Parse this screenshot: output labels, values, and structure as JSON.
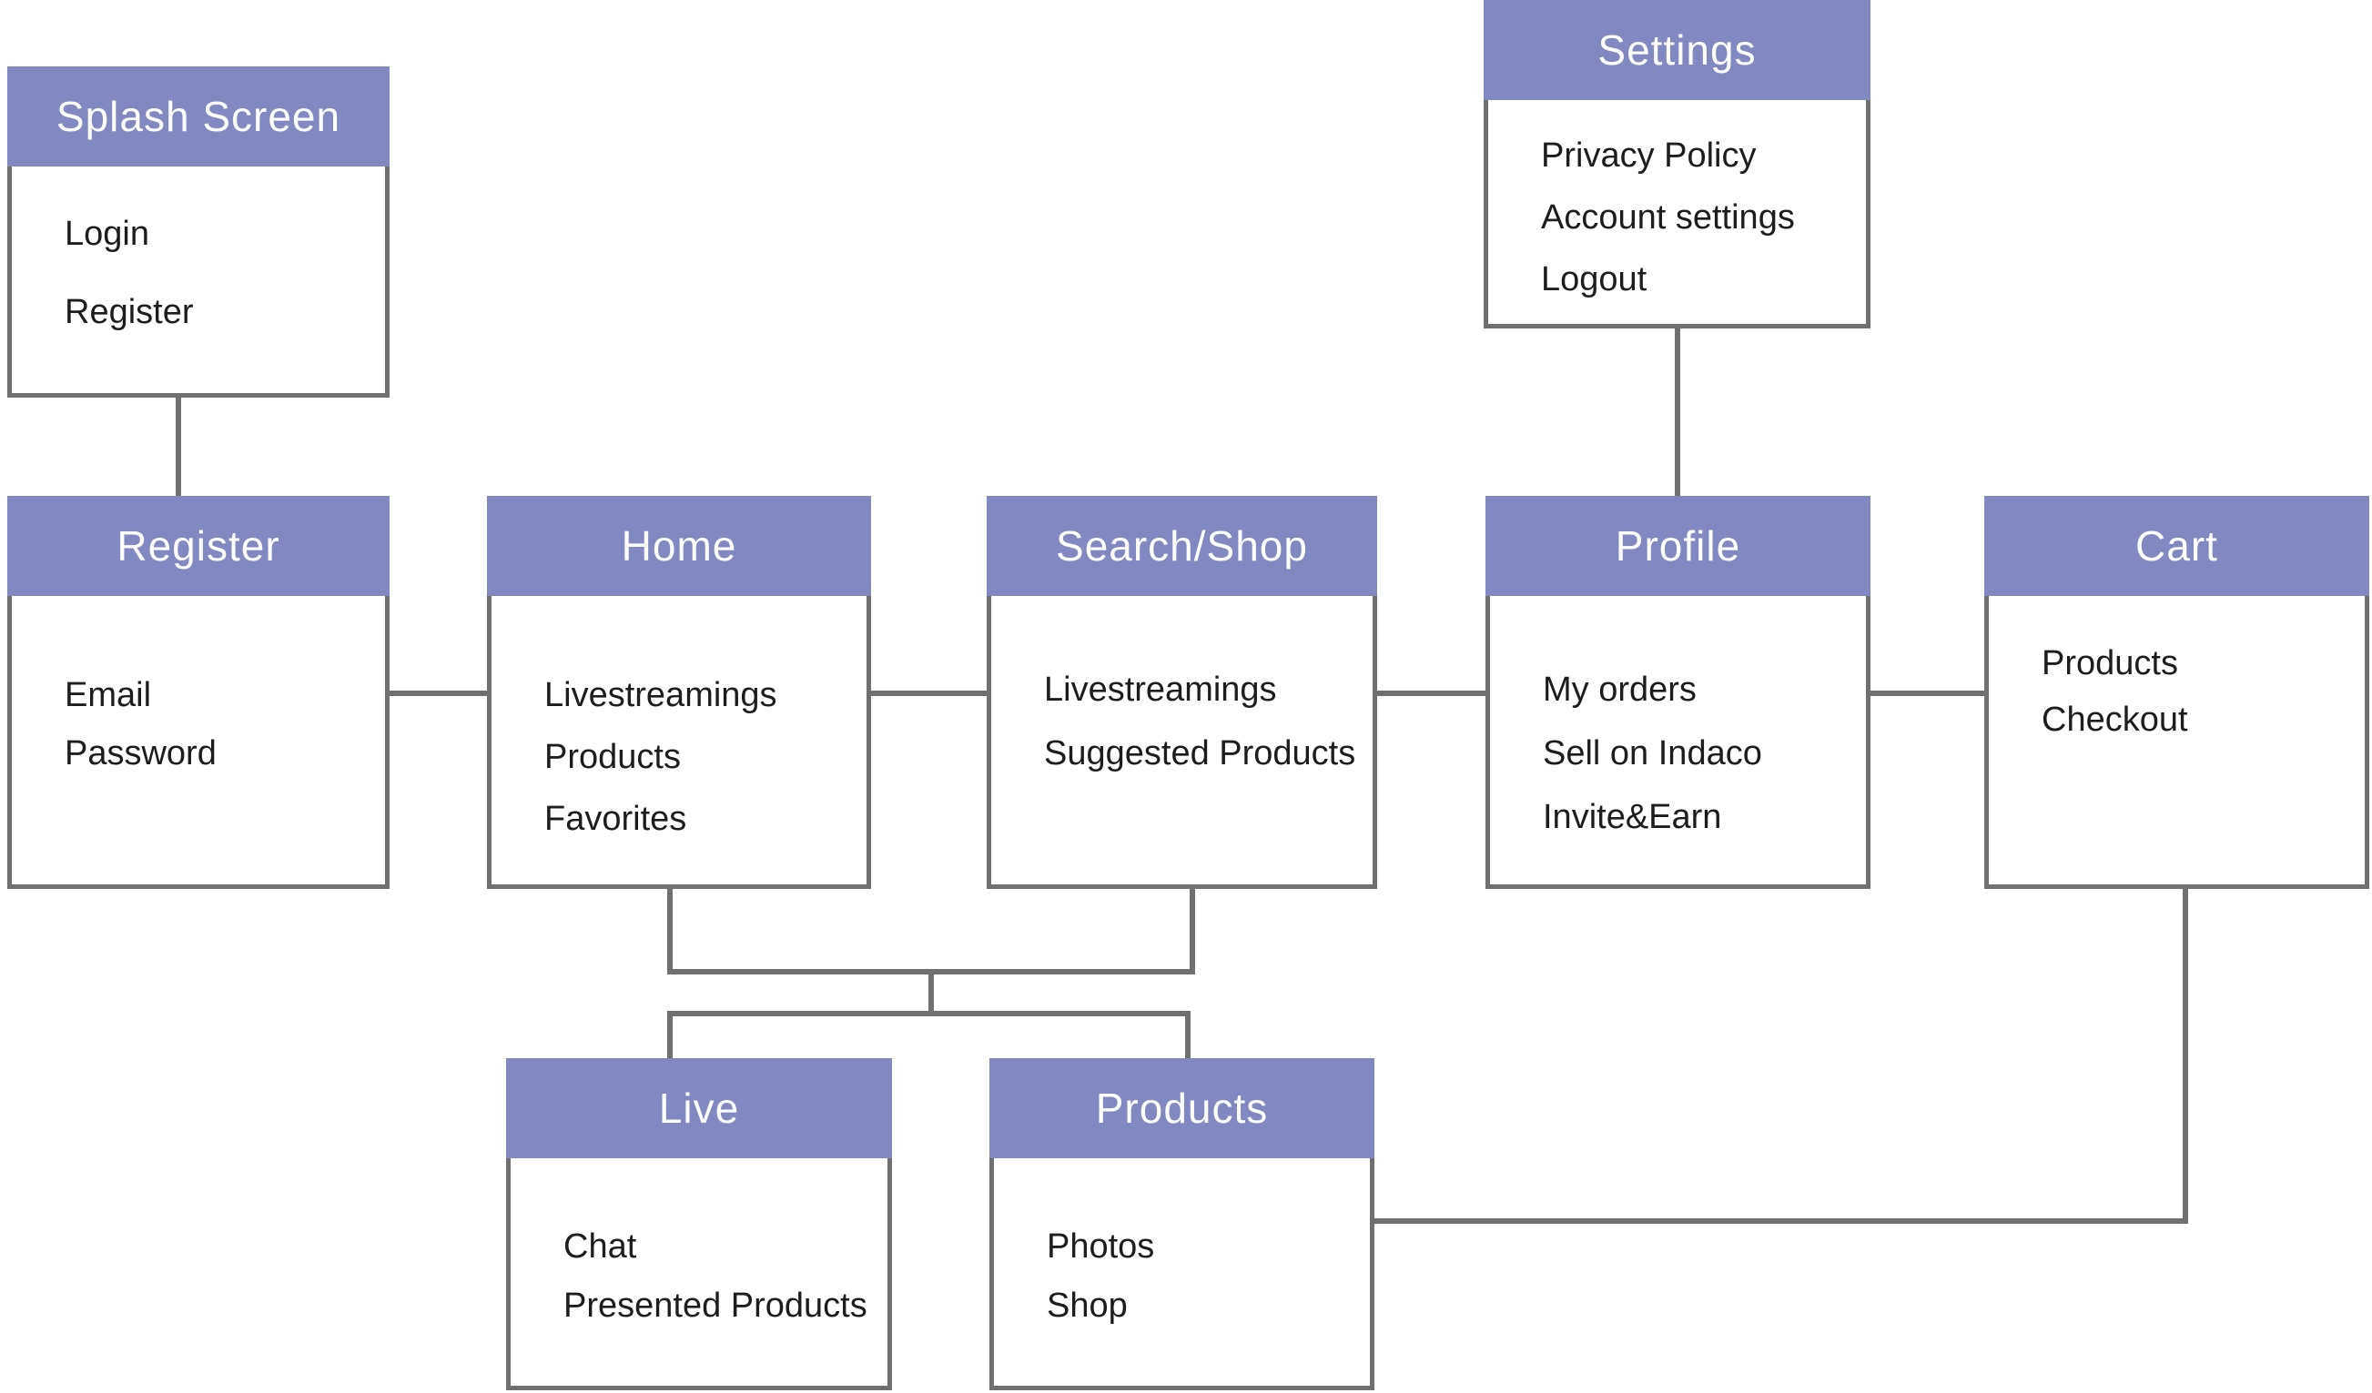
{
  "colors": {
    "header_bg": "#8288C2",
    "header_text": "#FDFDFE",
    "body_text": "#1D1D1D",
    "line": "#707070",
    "canvas_bg": "#FFFFFF"
  },
  "nodes": [
    {
      "id": "splash",
      "title": "Splash Screen",
      "items": [
        "Login",
        "Register"
      ]
    },
    {
      "id": "settings",
      "title": "Settings",
      "items": [
        "Privacy Policy",
        "Account settings",
        "Logout"
      ]
    },
    {
      "id": "register",
      "title": "Register",
      "items": [
        "Email",
        "Password"
      ]
    },
    {
      "id": "home",
      "title": "Home",
      "items": [
        "Livestreamings",
        "Products",
        "Favorites"
      ]
    },
    {
      "id": "search",
      "title": "Search/Shop",
      "items": [
        "Livestreamings",
        "Suggested Products"
      ]
    },
    {
      "id": "profile",
      "title": "Profile",
      "items": [
        "My orders",
        "Sell on Indaco",
        "Invite&Earn"
      ]
    },
    {
      "id": "cart",
      "title": "Cart",
      "items": [
        "Products",
        "Checkout"
      ]
    },
    {
      "id": "live",
      "title": "Live",
      "items": [
        "Chat",
        "Presented Products"
      ]
    },
    {
      "id": "products",
      "title": "Products",
      "items": [
        "Photos",
        "Shop"
      ]
    }
  ]
}
